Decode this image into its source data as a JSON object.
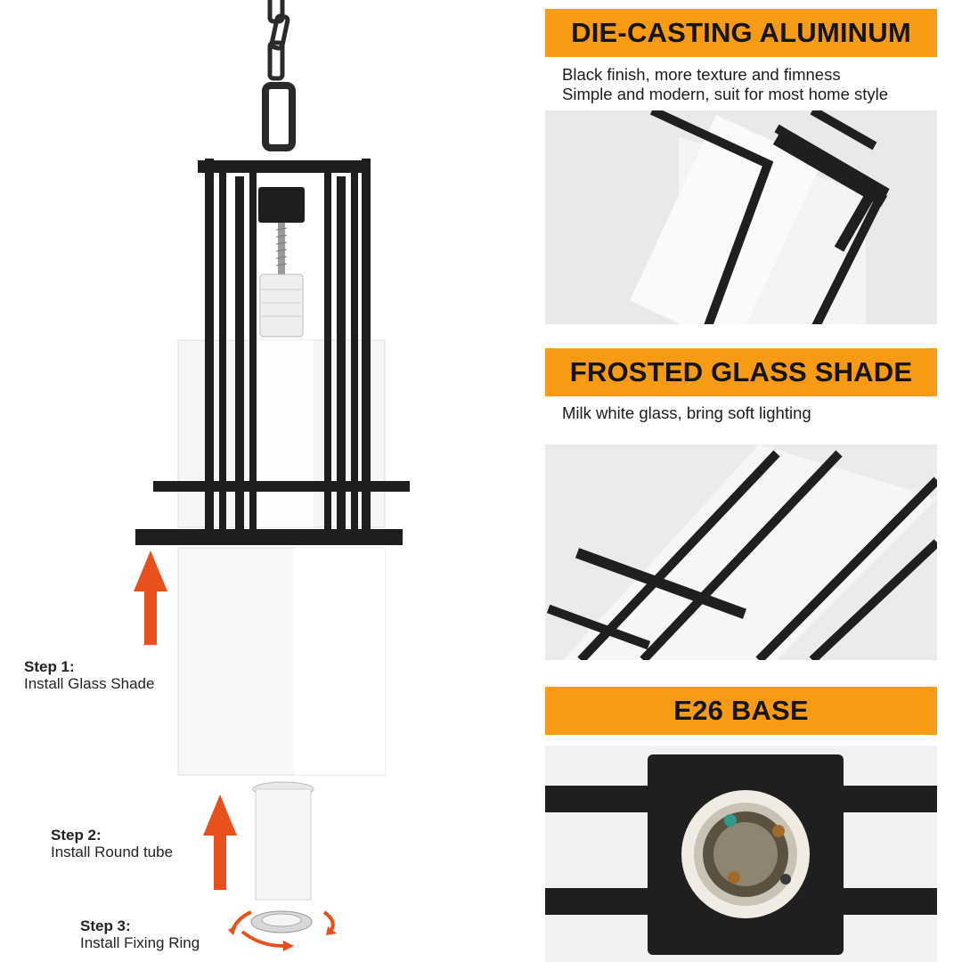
{
  "steps": [
    {
      "title": "Step 1:",
      "text": "Install Glass Shade"
    },
    {
      "title": "Step 2:",
      "text": "Install Round tube"
    },
    {
      "title": "Step 3:",
      "text": "Install Fixing Ring"
    }
  ],
  "features": [
    {
      "heading": "DIE-CASTING ALUMINUM",
      "lines": [
        "Black finish, more texture and fimness",
        "Simple and modern, suit for most home style"
      ]
    },
    {
      "heading": "FROSTED GLASS SHADE",
      "lines": [
        "Milk white glass, bring soft lighting"
      ]
    },
    {
      "heading": "E26 BASE",
      "lines": []
    }
  ],
  "colors": {
    "accent": "#f79a14",
    "arrow": "#e8501c",
    "frame": "#1e1e1e",
    "glass": "#f7f7f7"
  }
}
